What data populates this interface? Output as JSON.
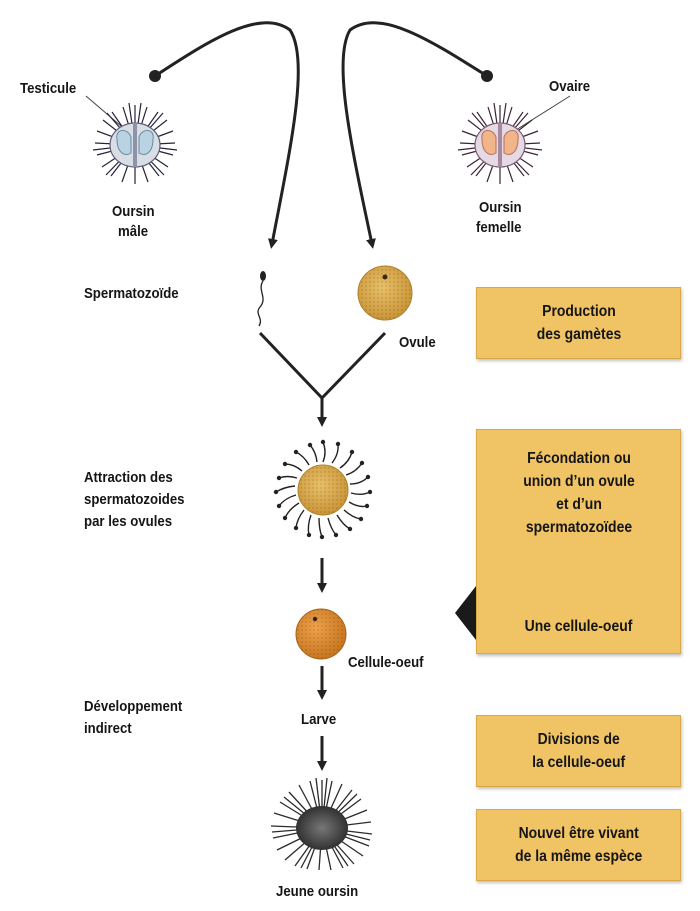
{
  "labels": {
    "testicule": "Testicule",
    "ovaire": "Ovaire",
    "oursin_male_1": "Oursin",
    "oursin_male_2": "mâle",
    "oursin_femelle_1": "Oursin",
    "oursin_femelle_2": "femelle",
    "spermatozoide": "Spermatozoïde",
    "ovule": "Ovule",
    "attraction_1": "Attraction des",
    "attraction_2": "spermatozoides",
    "attraction_3": "par les ovules",
    "cellule_oeuf": "Cellule-oeuf",
    "developpement_1": "Développement",
    "developpement_2": "indirect",
    "larve": "Larve",
    "jeune_oursin": "Jeune oursin"
  },
  "boxes": {
    "production": [
      "Production",
      "des gamètes"
    ],
    "fecondation": [
      "Fécondation ou",
      "union d’un ovule",
      "et d’un",
      "spermatozoïdee"
    ],
    "fecondation_result": "Une cellule-oeuf",
    "divisions": [
      "Divisions de",
      "la cellule-oeuf"
    ],
    "nouvel_etre": [
      "Nouvel être vivant",
      "de la même espèce"
    ]
  },
  "colors": {
    "box_fill": "#f0c465",
    "ovule_fill": "#d9a74a",
    "egg_cell_fill": "#d98a2c",
    "male_gonad": "#b9d3e3",
    "female_gonad": "#f2b58a",
    "arrow": "#222222"
  }
}
